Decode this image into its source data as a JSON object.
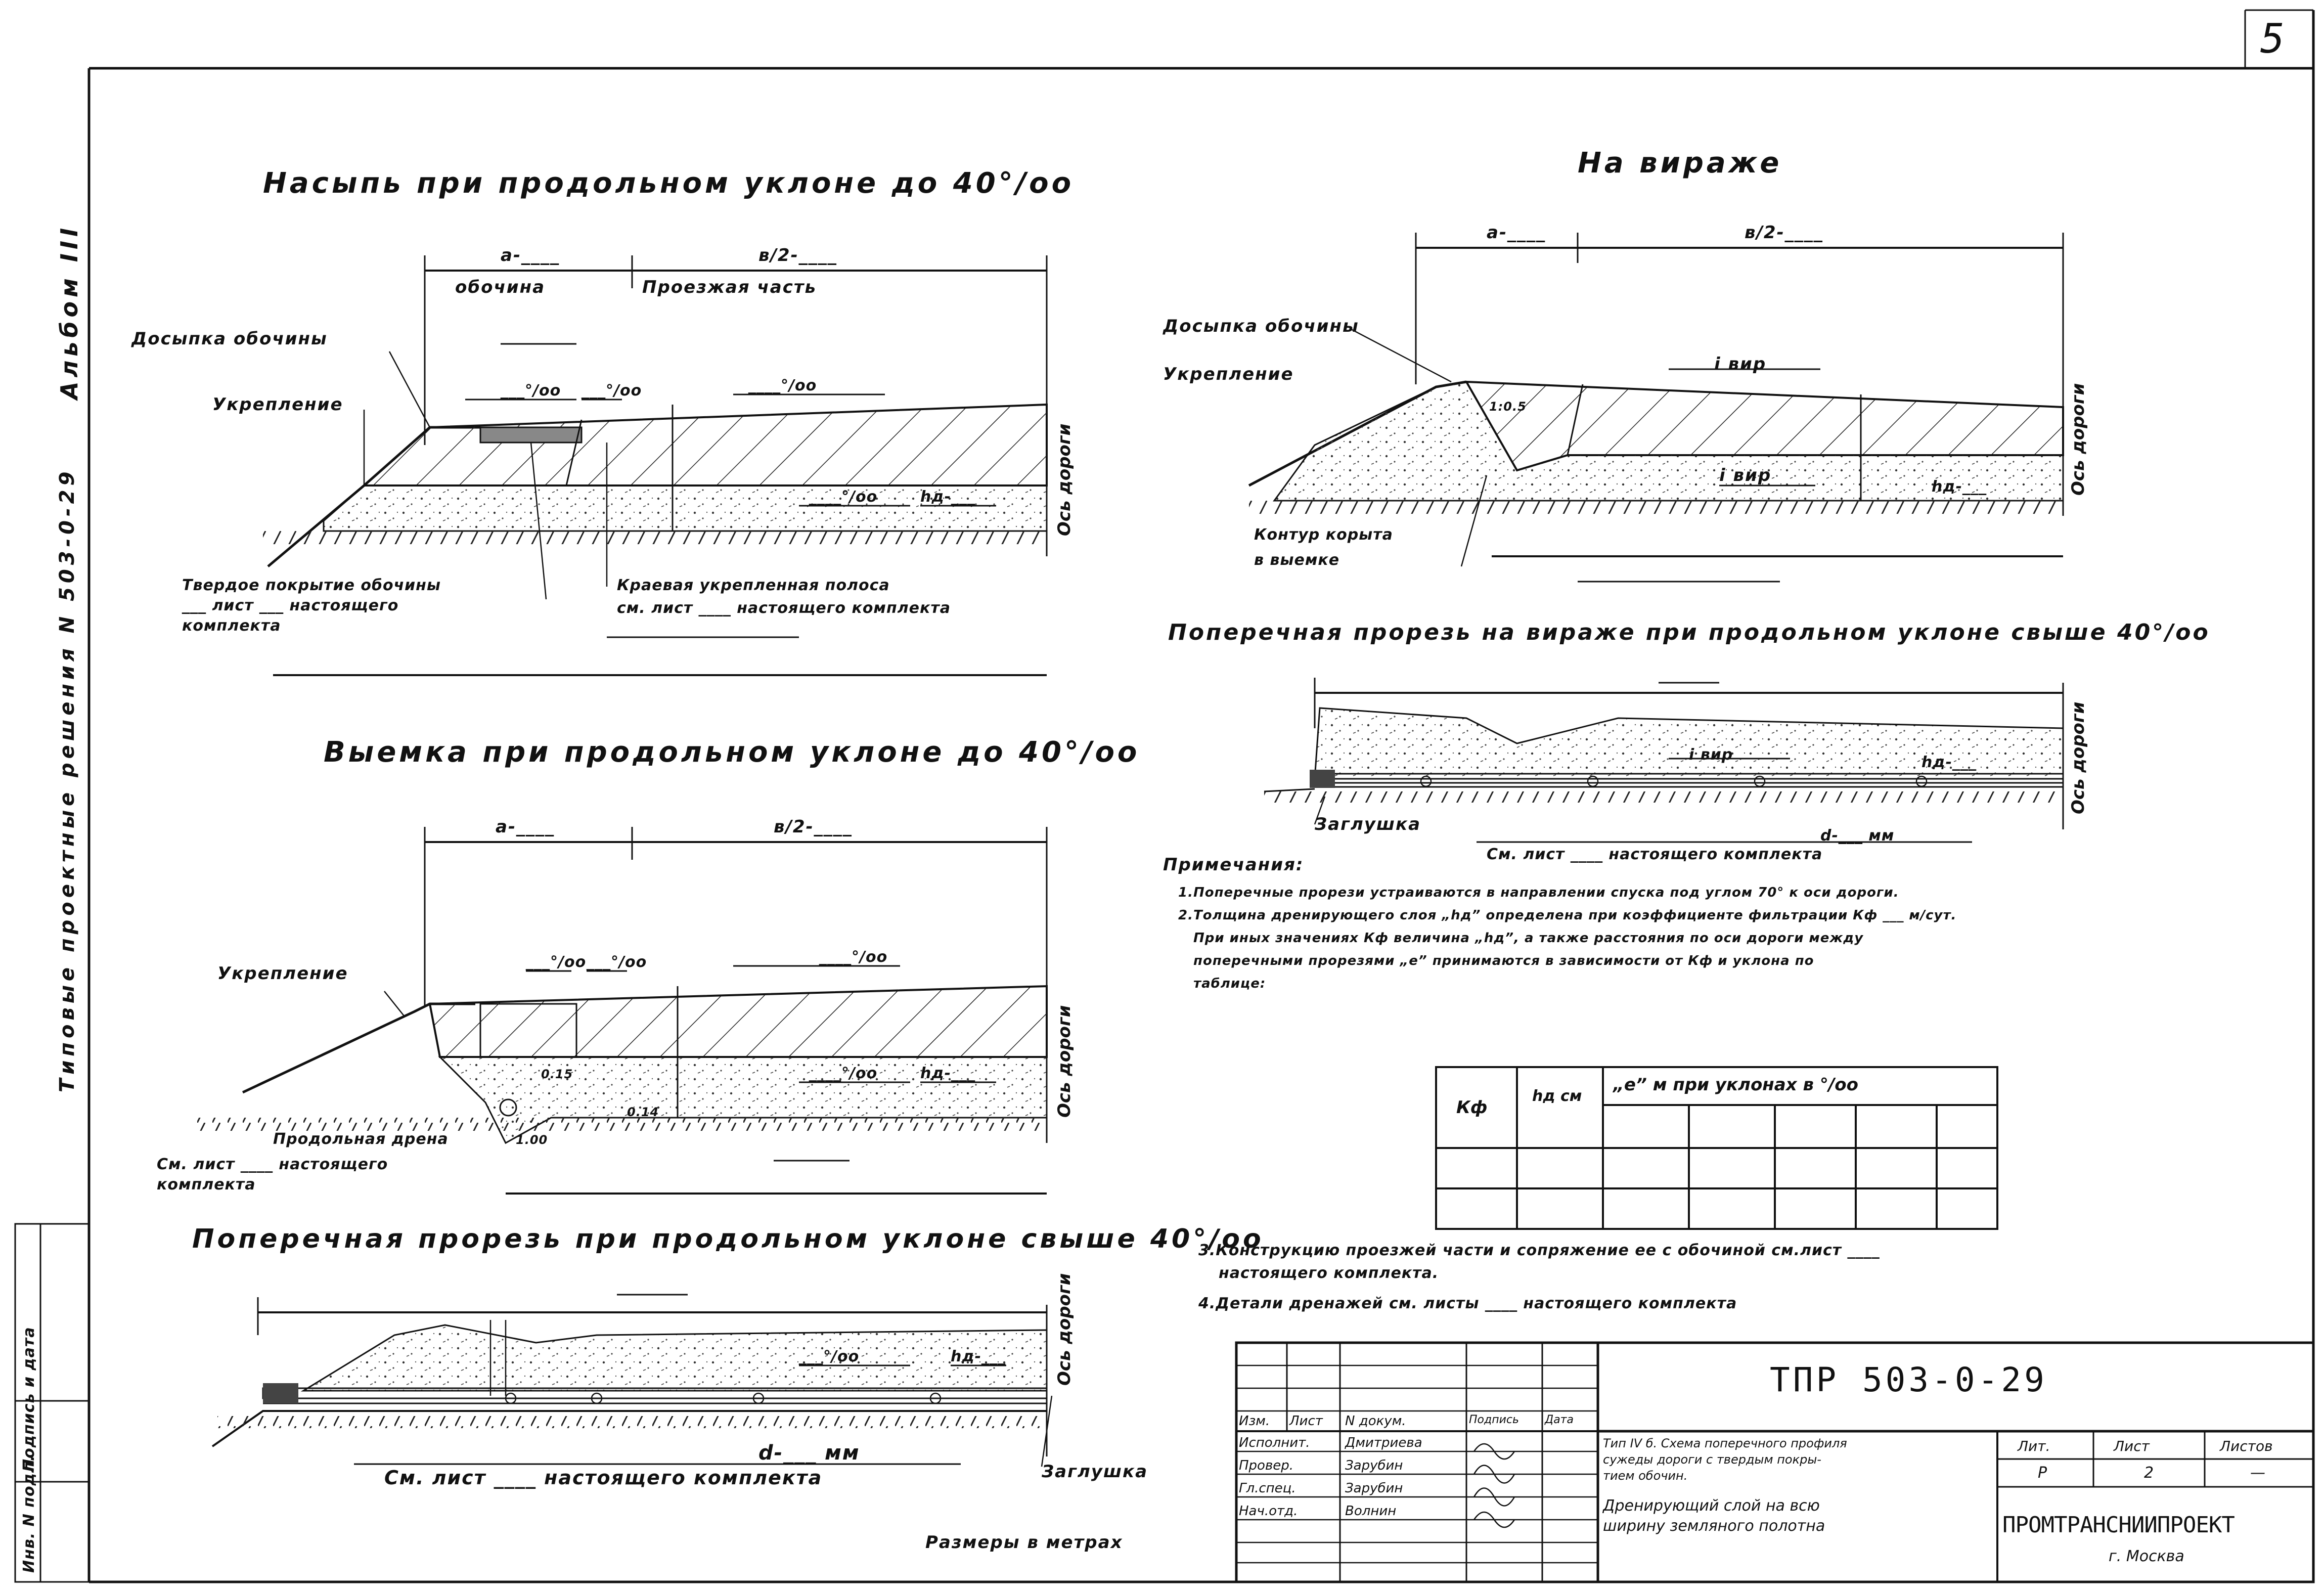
{
  "sheet": {
    "page_number": "5",
    "album_label": "Альбом III",
    "typical_label": "Типовые проектные решения N 503-0-29",
    "left_strip": [
      "Инв. N подл.",
      "Подпись и дата"
    ]
  },
  "sections": {
    "embankment": {
      "title": "Насыпь при продольном уклоне до 40°/оо",
      "dim_a": "а-____",
      "dim_b": "в/2-____",
      "label_shoulder": "обочина",
      "label_carriageway": "Проезжая часть",
      "label_fill": "Досыпка обочины",
      "label_strength": "Укрепление",
      "label_permil1": "___°/оо",
      "label_permil2": "___°/оо",
      "label_permil3": "____°/оо",
      "label_permil4": "____°/оо",
      "label_hd": "hд-___",
      "label_hard": "Твердое покрытие обочины",
      "label_hard_ref": "___ лист ___ настоящего",
      "label_hard_ref2": "комплекта",
      "label_edge": "Краевая укрепленная полоса",
      "label_edge_ref": "см. лист ____ настоящего комплекта",
      "axis": "Ось дороги"
    },
    "cut": {
      "title": "Выемка при продольном уклоне до 40°/оо",
      "dim_a": "а-____",
      "dim_b": "в/2-____",
      "label_strength": "Укрепление",
      "label_permil1": "___°/оо",
      "label_permil2": "___°/оо",
      "label_permil3": "____°/оо",
      "label_permil4": "____°/оо",
      "label_hd": "hд-___",
      "label_drain": "Продольная дрена",
      "label_drain_ref": "См. лист ____ настоящего",
      "label_drain_ref2": "комплекта",
      "dim_015": "0.15",
      "dim_014": "0.14",
      "dim_100": "1.00",
      "axis": "Ось дороги"
    },
    "cross_cut": {
      "title": "Поперечная прорезь при продольном уклоне свыше 40°/оо",
      "label_permil": "___°/оо",
      "label_hd": "hд-___",
      "label_d": "d-___ мм",
      "label_ref": "См. лист ____ настоящего комплекта",
      "label_plug": "Заглушка",
      "axis": "Ось дороги"
    },
    "curve": {
      "title": "На вираже",
      "dim_a": "а-____",
      "dim_b": "в/2-____",
      "label_fill": "Досыпка обочины",
      "label_strength": "Укрепление",
      "label_i1": "i вир",
      "label_i2": "i вир",
      "label_hd": "hд-___",
      "label_contour": "Контур корыта",
      "label_contour2": "в выемке",
      "slope": "1:0.5",
      "axis": "Ось дороги"
    },
    "curve_cross": {
      "title": "Поперечная прорезь на вираже при продольном уклоне свыше 40°/оо",
      "label_i": "i вир",
      "label_hd": "hд-___",
      "label_plug": "Заглушка",
      "label_d": "d-___ мм",
      "label_ref": "См. лист ____ настоящего комплекта",
      "axis": "Ось дороги"
    }
  },
  "notes": {
    "heading": "Примечания:",
    "lines": [
      "1.Поперечные прорези устраиваются в направлении спуска под углом 70° к оси дороги.",
      "2.Толщина дренирующего слоя „hд” определена при коэффициенте фильтрации Кф ___ м/сут.",
      "При иных значениях Кф величина „hд”, а также расстояния по оси дороги между",
      "поперечными прорезями „е” принимаются в зависимости от Кф и уклона по",
      "таблице:"
    ],
    "line3": "3.Конструкцию проезжей части и сопряжение ее с обочиной см.лист ____",
    "line3b": "настоящего комплекта.",
    "line4": "4.Детали дренажей см. листы ____ настоящего комплекта",
    "table_headers": [
      "Кф",
      "hд см",
      "„е” м при уклонах в °/оо"
    ]
  },
  "footer": {
    "scale_note": "Размеры в метрах",
    "code": "ТПР 503-0-29",
    "row_labels": [
      "Изм.",
      "Лист",
      "N докум.",
      "Подпись",
      "Дата"
    ],
    "people": [
      {
        "role": "Исполнит.",
        "name": "Дмитриева"
      },
      {
        "role": "Провер.",
        "name": "Зарубин"
      },
      {
        "role": "Гл.спец.",
        "name": "Зарубин"
      },
      {
        "role": "Нач.отд.",
        "name": "Волнин"
      }
    ],
    "description1": "Тип IV б. Схема поперечного профиля",
    "description2": "сужеды дороги с твердым покры-",
    "description3": "тием обочин.",
    "description4": "Дренирующий слой на всю",
    "description5": "ширину земляного полотна",
    "lit_label": "Лит.",
    "sheet_label": "Лист",
    "sheets_label": "Листов",
    "lit_value": "Р",
    "sheet_value": "2",
    "sheets_value": "—",
    "org": "ПРОМТРАНСНИИПРОЕКТ",
    "city": "г. Москва"
  }
}
